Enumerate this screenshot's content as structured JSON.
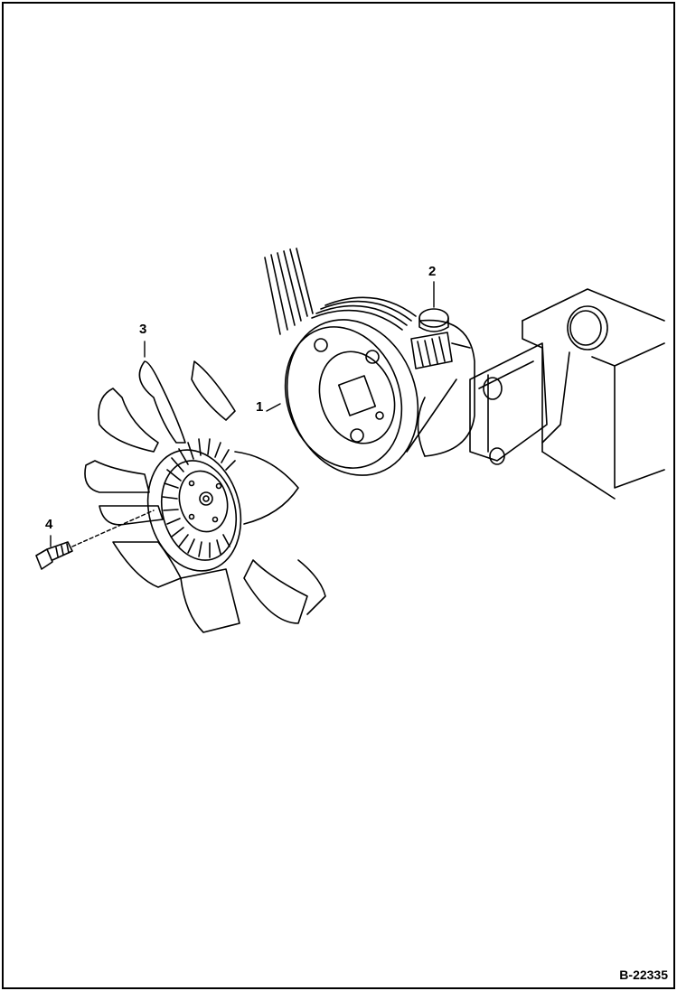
{
  "callouts": {
    "pulley": "1",
    "nut": "2",
    "fan": "3",
    "bolt": "4"
  },
  "figure_id": "B-22335",
  "colors": {
    "line": "#000000",
    "background": "#ffffff"
  }
}
